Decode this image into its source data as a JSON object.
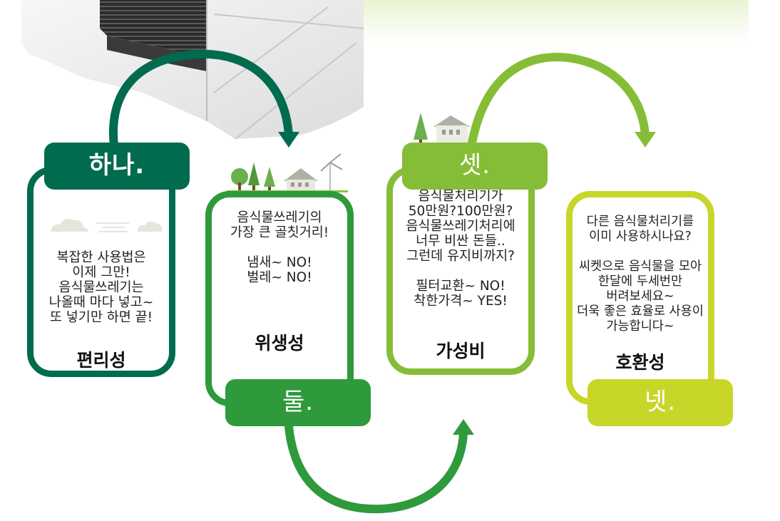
{
  "colors": {
    "step1": "#006b4e",
    "step2": "#2e9a3c",
    "step3": "#86bd36",
    "step4": "#c8d629"
  },
  "steps": [
    {
      "tab": "하나.",
      "text": "복잡한 사용법은\n이제 그만!\n음식물쓰레기는\n나올때 마다 넣고~\n또 넣기만 하면 끝!",
      "feature": "편리성",
      "icon": "cloud-icon"
    },
    {
      "tab": "둘.",
      "text": "음식물쓰레기의\n가장 큰 골칫거리!\n\n냄새~  NO!\n벌레~  NO!",
      "feature": "위생성",
      "icon": "village-icon"
    },
    {
      "tab": "셋.",
      "text": "음식물처리기가\n50만원?100만원?\n음식물쓰레기처리에\n너무 비싼 돈들..\n그런데 유지비까지?\n\n필터교환~ NO!\n착한가격~ YES!",
      "feature": "가성비",
      "icon": "house-icon"
    },
    {
      "tab": "넷.",
      "text": "다른 음식물처리기를\n이미 사용하시나요?\n\n씨켓으로 음식물을 모아\n한달에 두세번만\n버려보세요~\n더욱 좋은 효율로 사용이\n가능합니다~",
      "feature": "호환성",
      "icon": ""
    }
  ]
}
